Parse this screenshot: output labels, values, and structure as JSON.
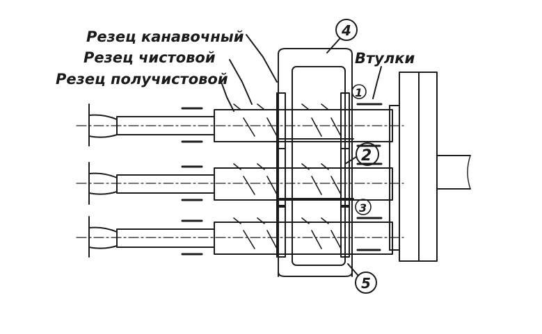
{
  "labels": {
    "groove_cutter": "Резец канавочный",
    "finishing_cutter": "Резец чистовой",
    "semi_finishing_cutter": "Резец получистовой",
    "bushings": "Втулки"
  },
  "callouts": {
    "c1": "1",
    "c2": "2",
    "c3": "3",
    "c4": "4",
    "c5": "5"
  },
  "colors": {
    "ink": "#1a1a1a",
    "paper": "#ffffff"
  }
}
